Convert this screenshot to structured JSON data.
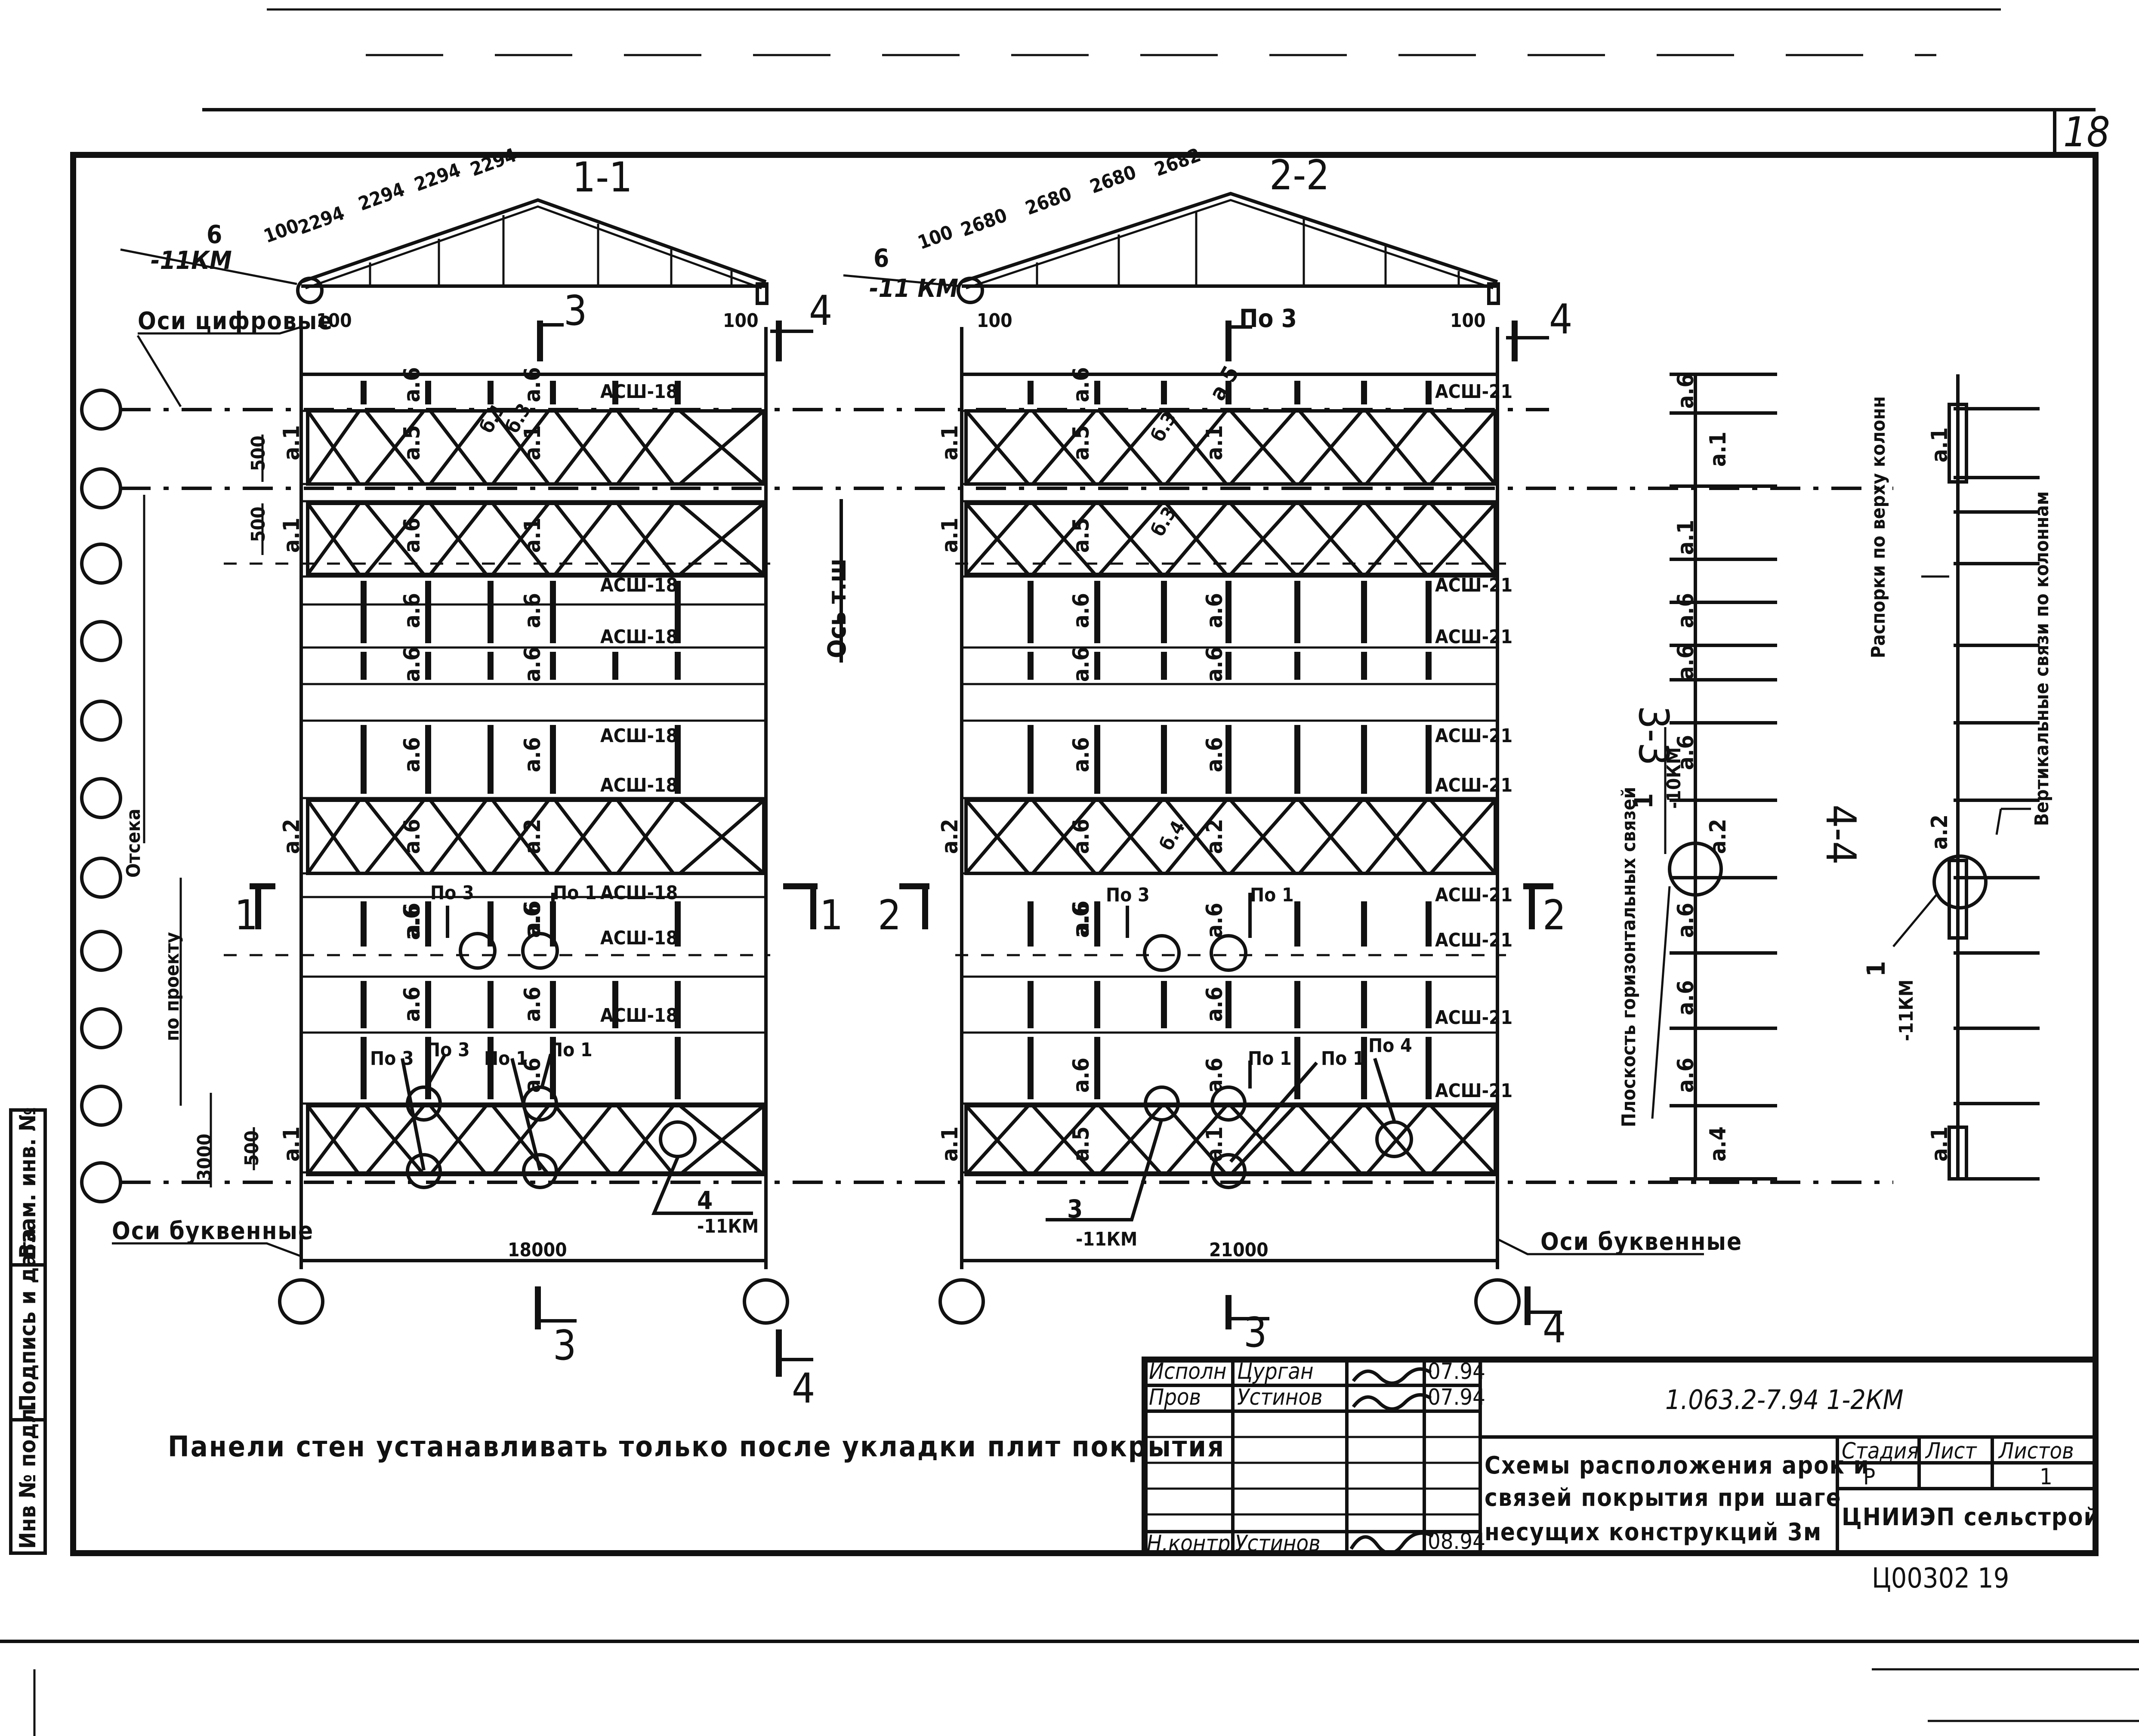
{
  "sheet": {
    "number": "18",
    "scan_number": "Ц00302   19"
  },
  "sections": {
    "s11": "1-1",
    "s22": "2-2",
    "s33": "3-3",
    "s44": "4-4"
  },
  "axes": {
    "digital": "Оси цифровые",
    "letter": "Оси буквенные",
    "otsek": "Отсека",
    "by_project": "по проекту",
    "axis_tsh": "Ось т.ш"
  },
  "arch_left": {
    "dims": [
      "100",
      "2294",
      "2294",
      "2294",
      "2294"
    ],
    "span": "18000",
    "bracing_labels": [
      "АСШ-18",
      "АСШ-18",
      "АСШ-18",
      "АСШ-18",
      "АСШ-18",
      "АСШ-18",
      "АСШ-18",
      "АСШ-18"
    ]
  },
  "arch_right": {
    "dims": [
      "100",
      "2680",
      "2680",
      "2680",
      "2682"
    ],
    "span": "21000",
    "bracing_labels": [
      "АСШ-21",
      "АСШ-21",
      "АСШ-21",
      "АСШ-21",
      "АСШ-21",
      "АСШ-21",
      "АСШ-21",
      "АСШ-21",
      "АСШ-21"
    ]
  },
  "dims_side": [
    "500",
    "500",
    "3000",
    "500"
  ],
  "marks": {
    "a1": "а.1",
    "a2": "а.2",
    "a4": "а.4",
    "a5": "а.5",
    "a6": "а.6",
    "b1": "б.1",
    "b2": "б.2",
    "b3": "б.3",
    "b4": "б.4",
    "po1": "По 1",
    "po3": "По 3",
    "po4": "По 4"
  },
  "callouts": {
    "c6": "6",
    "c6_km": "-11КМ",
    "c6b_km": "-11 КМ",
    "c4": "4",
    "c4_km": "-11КМ",
    "c3": "3",
    "c3_km": "-11КМ",
    "c1a": "1",
    "c1a_km": "-10КМ",
    "c1b": "1",
    "c1b_km": "-11КМ",
    "cut3": "3",
    "cut4": "4",
    "cut1": "1",
    "cut2": "2",
    "dim100": "100"
  },
  "side_labels": {
    "plane": "Плоскость горизонтальных связей",
    "struts": "Распорки по верху колонн",
    "vertical": "Вертикальные связи по колоннам"
  },
  "note": "Панели стен устанавливать только после укладки плит покрытия",
  "stamp": {
    "roles": [
      "Исполн",
      "Пров",
      "Н.контр"
    ],
    "names": [
      "Цурган",
      "Устинов",
      "Устинов"
    ],
    "dates": [
      "07.94",
      "07.94",
      "08.94"
    ],
    "code": "1.063.2-7.94 1-2КМ",
    "title": [
      "Схемы расположения арок и",
      "связей покрытия при шаге",
      "несущих конструкций 3м"
    ],
    "stage_label": "Стадия",
    "sheet_label": "Лист",
    "sheets_label": "Листов",
    "stage": "Р",
    "sheets_total": "1",
    "org": "ЦНИИЭП сельстрой"
  },
  "left_margin": [
    "Инв № подл.",
    "Подпись и дата",
    "Взам. инв. №"
  ]
}
